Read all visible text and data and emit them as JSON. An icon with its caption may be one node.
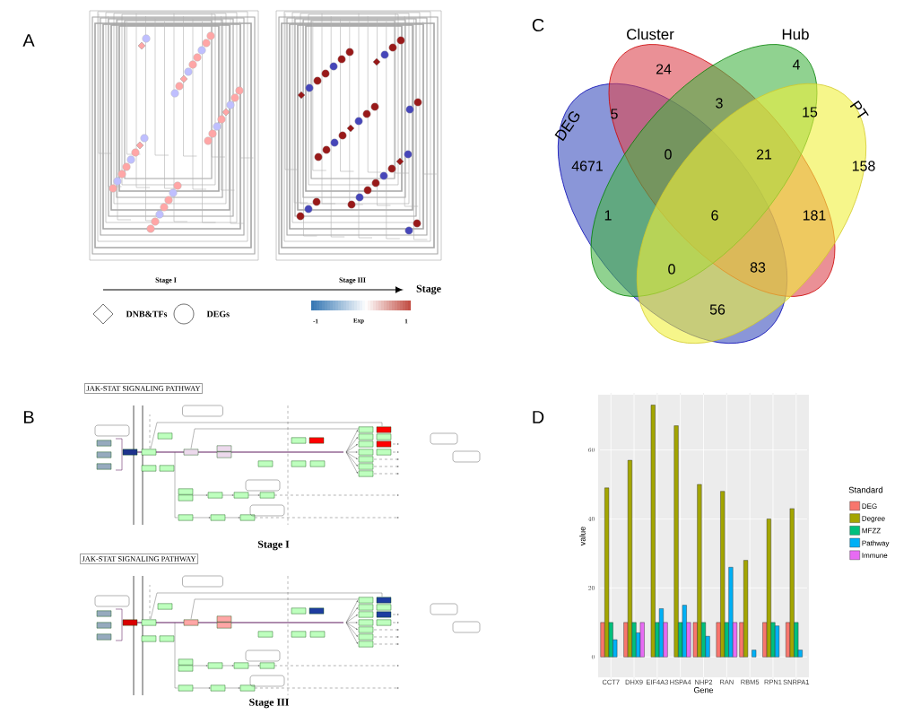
{
  "diagram": {
    "nodes": [
      {
        "text": [
          "DEG"
        ]
      },
      {
        "text": [
          "Cluster"
        ]
      },
      {
        "text": [
          "Hub"
        ]
      },
      {
        "text": [
          "PT"
        ]
      }
    ],
    "labels": [
      "A",
      "Stage I",
      "Stage III",
      "Stage",
      "-1",
      "Exp",
      "1",
      "C",
      "24",
      "4",
      "5",
      "3",
      "15",
      "4671",
      "0",
      "21",
      "158",
      "1",
      "6",
      "181",
      "0",
      "83",
      "56",
      "B",
      "JAK-STAT SIGNALING PATHWAY",
      "Stage I",
      "JAK-STAT SIGNALING PATHWAY",
      "Stage III",
      "D",
      "Standard"
    ],
    "legend": [
      {
        "text": "DNB&TFs"
      },
      {
        "text": "DEGs"
      }
    ],
    "chart_data": {
      "type": "bar",
      "xlabel": "Gene",
      "ylabel": "value",
      "categories": [
        "CCT7",
        "DHX9",
        "EIF4A3",
        "HSPA4",
        "NHP2",
        "RAN",
        "RBM5",
        "RPN1",
        "SNRPA1"
      ],
      "series": [
        {
          "name": "DEG",
          "color": "#f8766d",
          "values": [
            10,
            10,
            0,
            0,
            10,
            10,
            10,
            10,
            10
          ]
        },
        {
          "name": "Degree",
          "color": "#a3a500",
          "values": [
            49,
            57,
            73,
            67,
            50,
            48,
            28,
            40,
            43
          ]
        },
        {
          "name": "MFZZ",
          "color": "#00bf7d",
          "values": [
            10,
            10,
            10,
            10,
            10,
            10,
            0,
            10,
            10
          ]
        },
        {
          "name": "Pathway",
          "color": "#00b0f6",
          "values": [
            5,
            7,
            14,
            15,
            6,
            26,
            2,
            9,
            2
          ]
        },
        {
          "name": "Immune",
          "color": "#e76bf3",
          "values": [
            0,
            10,
            10,
            10,
            0,
            10,
            0,
            0,
            0
          ]
        }
      ],
      "ylim": [
        -5.9,
        76
      ],
      "yticks": [
        0,
        20,
        40,
        60
      ],
      "grid": true,
      "legend": "right"
    }
  }
}
